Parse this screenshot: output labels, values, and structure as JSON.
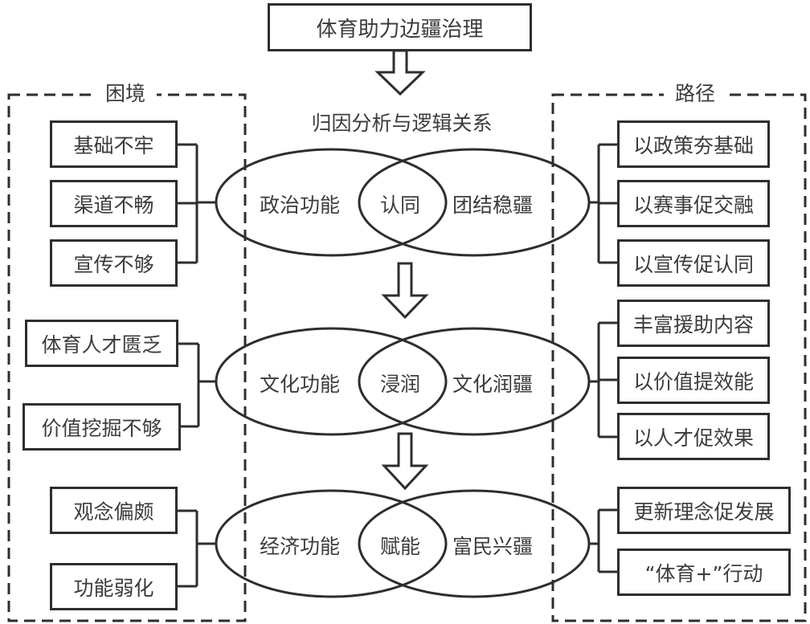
{
  "title": "体育助力边疆治理",
  "subtitle": "归因分析与逻辑关系",
  "left_group": {
    "label": "困境",
    "clusters": [
      {
        "items": [
          "基础不牢",
          "渠道不畅",
          "宣传不够"
        ]
      },
      {
        "items": [
          "体育人才匮乏",
          "价值挖掘不够"
        ]
      },
      {
        "items": [
          "观念偏颇",
          "功能弱化"
        ]
      }
    ]
  },
  "right_group": {
    "label": "路径",
    "clusters": [
      {
        "items": [
          "以政策夯基础",
          "以赛事促交融",
          "以宣传促认同"
        ]
      },
      {
        "items": [
          "丰富援助内容",
          "以价值提效能",
          "以人才促效果"
        ]
      },
      {
        "items": [
          "更新理念促发展",
          "“体育+”行动"
        ]
      }
    ]
  },
  "venn_rows": [
    {
      "left": "政治功能",
      "overlap": "认同",
      "right": "团结稳疆"
    },
    {
      "left": "文化功能",
      "overlap": "浸润",
      "right": "文化润疆"
    },
    {
      "left": "经济功能",
      "overlap": "赋能",
      "right": "富民兴疆"
    }
  ],
  "colors": {
    "stroke": "#2e2e2e",
    "text": "#3c3c3c",
    "background": "#ffffff"
  }
}
